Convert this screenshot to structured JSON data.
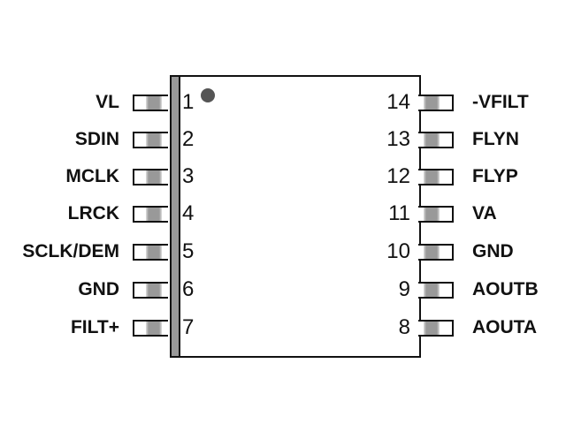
{
  "diagram": {
    "type": "IC pinout",
    "package": "14-pin dual in-line",
    "left_pins": [
      {
        "number": "1",
        "label": "VL"
      },
      {
        "number": "2",
        "label": "SDIN"
      },
      {
        "number": "3",
        "label": "MCLK"
      },
      {
        "number": "4",
        "label": "LRCK"
      },
      {
        "number": "5",
        "label": "SCLK/DEM"
      },
      {
        "number": "6",
        "label": "GND"
      },
      {
        "number": "7",
        "label": "FILT+"
      }
    ],
    "right_pins": [
      {
        "number": "14",
        "label": "-VFILT"
      },
      {
        "number": "13",
        "label": "FLYN"
      },
      {
        "number": "12",
        "label": "FLYP"
      },
      {
        "number": "11",
        "label": "VA"
      },
      {
        "number": "10",
        "label": "GND"
      },
      {
        "number": "9",
        "label": "AOUTB"
      },
      {
        "number": "8",
        "label": "AOUTA"
      }
    ],
    "colors": {
      "outline": "#111111",
      "pin_fill": "#999999",
      "dot": "#555555"
    }
  }
}
